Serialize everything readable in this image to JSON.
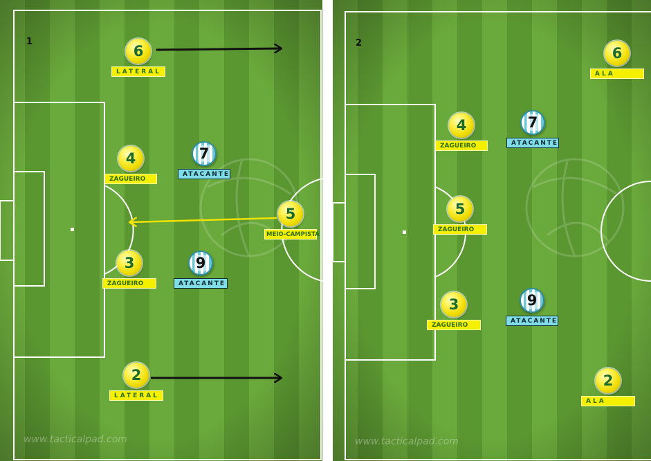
{
  "panels": [
    {
      "number": "1",
      "watermark": "www.tacticalpad.com",
      "players": [
        {
          "num": "6",
          "label": "LATERAL",
          "style": "yellow"
        },
        {
          "num": "4",
          "label": "ZAGUEIRO",
          "style": "yellow"
        },
        {
          "num": "7",
          "label": "ATACANTE",
          "style": "blue"
        },
        {
          "num": "5",
          "label": "MEIO-CAMPISTA",
          "style": "yellow"
        },
        {
          "num": "3",
          "label": "ZAGUEIRO",
          "style": "yellow"
        },
        {
          "num": "9",
          "label": "ATACANTE",
          "style": "blue"
        },
        {
          "num": "2",
          "label": "LATERAL",
          "style": "yellow"
        }
      ],
      "arrows": [
        {
          "name": "arrow-6-forward",
          "color": "#111111"
        },
        {
          "name": "arrow-5-back",
          "color": "#f2e200"
        },
        {
          "name": "arrow-2-forward",
          "color": "#111111"
        }
      ]
    },
    {
      "number": "2",
      "watermark": "www.tacticalpad.com",
      "players": [
        {
          "num": "6",
          "label": "ALA",
          "style": "yellow"
        },
        {
          "num": "4",
          "label": "ZAGUEIRO",
          "style": "yellow"
        },
        {
          "num": "7",
          "label": "ATACANTE",
          "style": "blue"
        },
        {
          "num": "5",
          "label": "ZAGUEIRO",
          "style": "yellow"
        },
        {
          "num": "3",
          "label": "ZAGUEIRO",
          "style": "yellow"
        },
        {
          "num": "9",
          "label": "ATACANTE",
          "style": "blue"
        },
        {
          "num": "2",
          "label": "ALA",
          "style": "yellow"
        }
      ],
      "arrows": []
    }
  ],
  "colors": {
    "stripe_light": "#69a83a",
    "stripe_dark": "#5a9630",
    "line": "#ffffff",
    "player_yellow": "#f4f000",
    "player_blue": "#7fdde8"
  }
}
